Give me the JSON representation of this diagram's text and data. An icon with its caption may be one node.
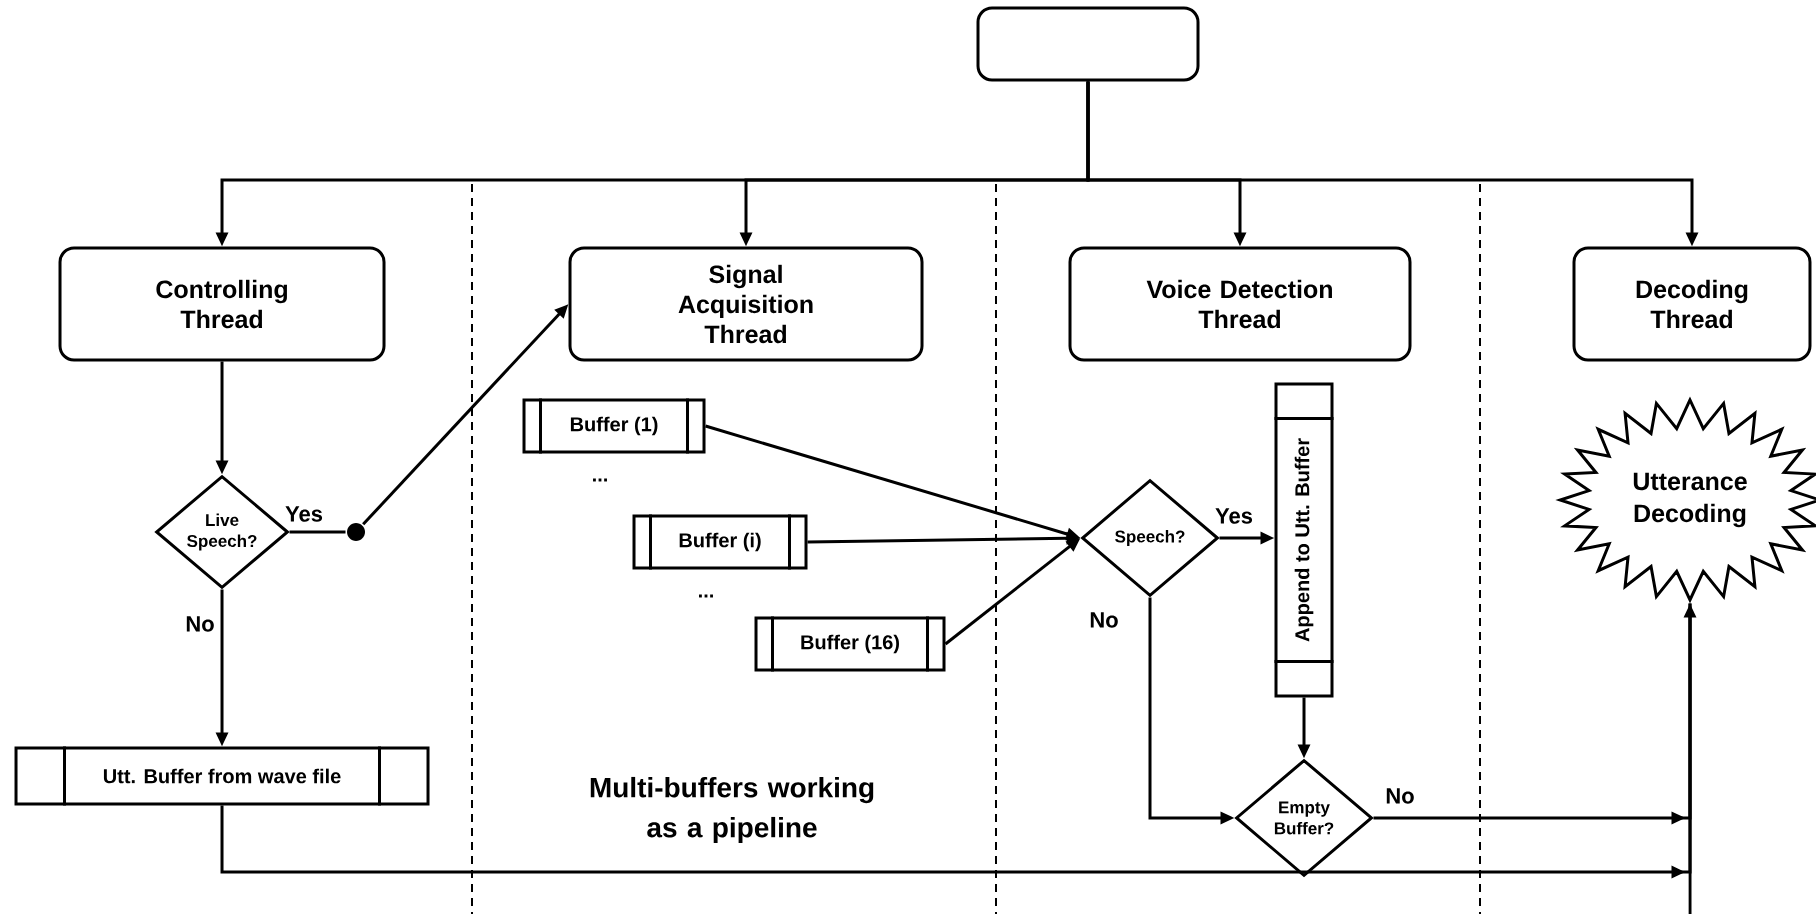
{
  "diagram": {
    "nodes": [
      {
        "text": [],
        "shape": "box"
      },
      {
        "text": [
          "Controlling Thread"
        ]
      },
      {
        "text": [
          "Signal Acquisition Thread"
        ]
      },
      {
        "text": [
          "Voice Detection Thread"
        ]
      },
      {
        "text": [
          "Decoding Thread"
        ]
      },
      {
        "text": [
          "Live Speech?"
        ]
      },
      {
        "text": [
          "Utt. Buffer from wave file"
        ]
      },
      {
        "text": [
          "Buffer (1)"
        ]
      },
      {
        "text": [
          "Buffer (i)"
        ]
      },
      {
        "text": [
          "Buffer (16)"
        ]
      },
      {
        "text": [
          "Speech?"
        ]
      },
      {
        "text": [
          "Append to Utt. Buffer"
        ]
      },
      {
        "text": [
          "Empty Buffer?"
        ]
      },
      {
        "text": [
          "Utterance Decoding"
        ]
      },
      {
        "text": [],
        "shape": "circle"
      }
    ],
    "edges": [
      {
        "from": 0,
        "to": 1,
        "arrow": "to"
      },
      {
        "from": 0,
        "to": 2,
        "arrow": "to"
      },
      {
        "from": 0,
        "to": 3,
        "arrow": "to"
      },
      {
        "from": 0,
        "to": 4,
        "arrow": "to"
      },
      {
        "from": 1,
        "to": 5,
        "arrow": "to"
      },
      {
        "from": 5,
        "to": 14,
        "arrow": "none",
        "label": "Yes"
      },
      {
        "from": 14,
        "to": 2,
        "arrow": "to"
      },
      {
        "from": 5,
        "to": 6,
        "arrow": "to",
        "label": "No"
      },
      {
        "from": 7,
        "to": 10,
        "arrow": "to"
      },
      {
        "from": 8,
        "to": 10,
        "arrow": "to"
      },
      {
        "from": 9,
        "to": 10,
        "arrow": "to"
      },
      {
        "from": 10,
        "to": 11,
        "arrow": "to",
        "label": "Yes"
      },
      {
        "from": 10,
        "to": 12,
        "arrow": "to",
        "label": "No"
      },
      {
        "from": 11,
        "to": 12,
        "arrow": "to"
      },
      {
        "from": 12,
        "to": 13,
        "arrow": "to",
        "label": "No"
      },
      {
        "from": 6,
        "to": 13,
        "arrow": "to"
      },
      {
        "from": null,
        "to": 13,
        "arrow": "to"
      }
    ],
    "labels": [
      "...",
      "...",
      "Multi-buffers working as a pipeline"
    ]
  }
}
